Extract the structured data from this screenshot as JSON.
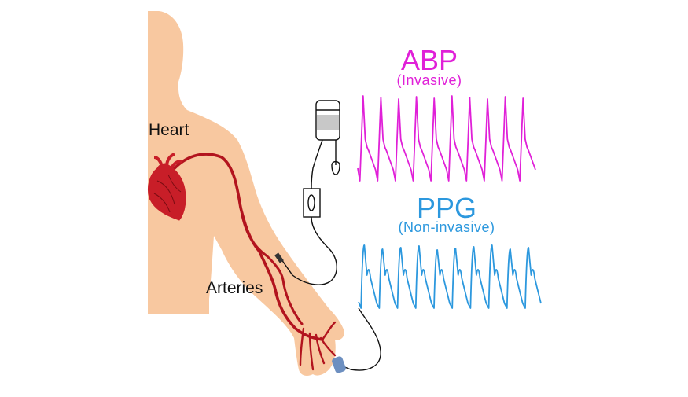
{
  "colors": {
    "skin": "#f8c8a0",
    "artery": "#b2141e",
    "heart": "#c81e28",
    "abp": "#e020d8",
    "ppg": "#2c98de",
    "line": "#111111",
    "sensor": "#6d8fc0",
    "bag_fill": "#c8c8c8"
  },
  "labels": {
    "heart": "Heart",
    "arteries": "Arteries"
  },
  "waveforms": {
    "abp": {
      "title": "ABP",
      "subtitle": "(Invasive)",
      "beats": 10,
      "color_key": "abp"
    },
    "ppg": {
      "title": "PPG",
      "subtitle": "(Non-invasive)",
      "beats": 10,
      "color_key": "ppg"
    }
  }
}
